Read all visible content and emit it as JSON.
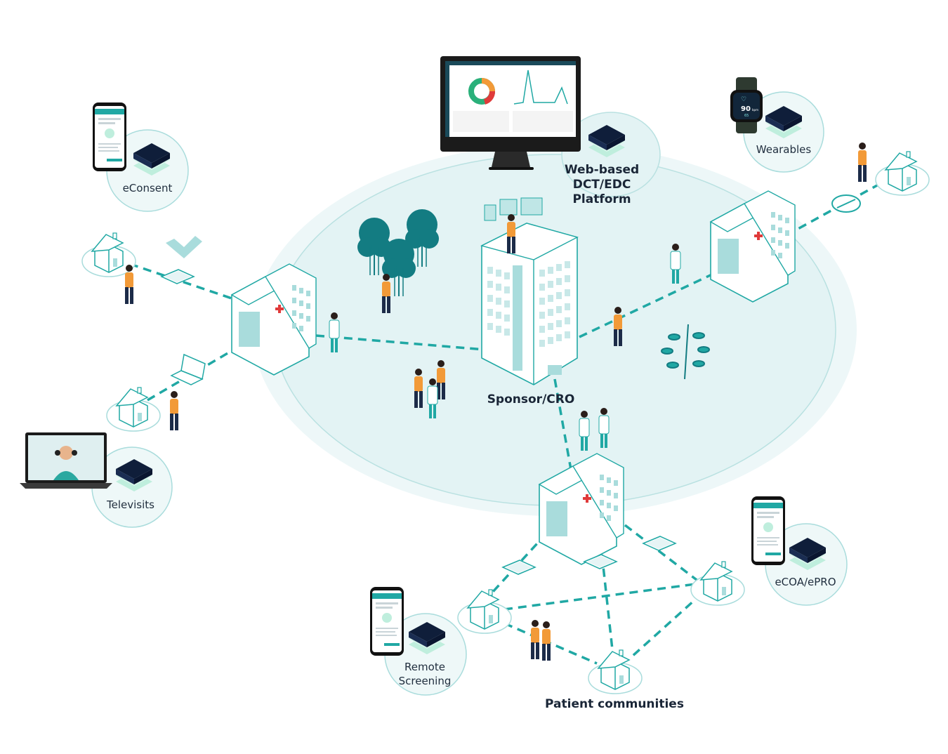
{
  "colors": {
    "teal": "#20a8a4",
    "teal_dark": "#137c82",
    "teal_light": "#e6f4f5",
    "teal_mid": "#a9dcdc",
    "navy": "#0f1e3a",
    "mint": "#bfeedd"
  },
  "labels": {
    "platform": [
      "Web-based",
      "DCT/EDC",
      "Platform"
    ],
    "sponsor": "Sponsor/CRO",
    "econsent": "eConsent",
    "wearables": "Wearables",
    "televisits": "Televisits",
    "ecoa": "eCOA/ePRO",
    "remote_screening": [
      "Remote",
      "Screening"
    ],
    "patient_communities": "Patient communities"
  },
  "icons": [
    "house-icon",
    "hospital-icon",
    "phone-icon",
    "tablet-icon",
    "laptop-icon",
    "smartwatch-icon",
    "monitor-icon",
    "layer-stack-icon",
    "person-icon",
    "tree-icon"
  ],
  "wearable_display": {
    "heart_rate": "90",
    "unit": "bpm",
    "secondary": "65"
  }
}
